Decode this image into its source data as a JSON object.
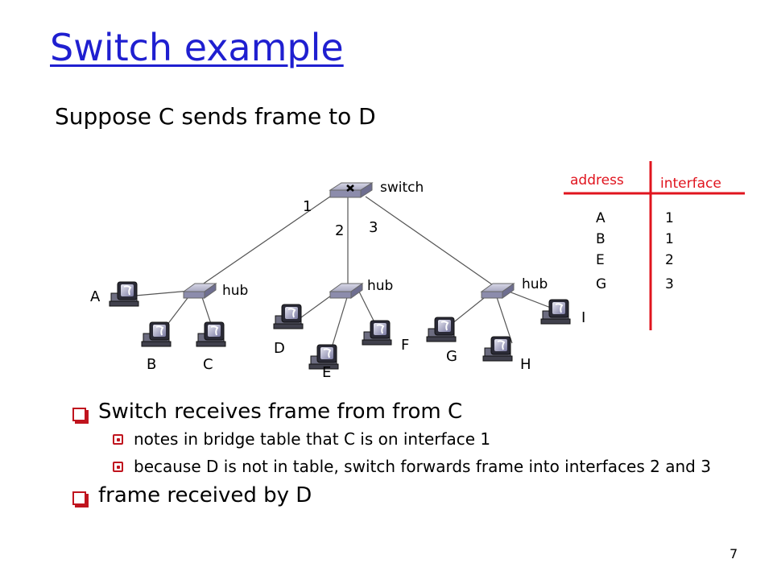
{
  "title": "Switch example",
  "subtitle": "Suppose C sends frame to D",
  "diagram": {
    "switch_label": "switch",
    "hub_label": "hub",
    "interface_labels": [
      "1",
      "2",
      "3"
    ],
    "hosts": [
      "A",
      "B",
      "C",
      "D",
      "E",
      "F",
      "G",
      "H",
      "I"
    ]
  },
  "table": {
    "headers": [
      "address",
      "interface"
    ],
    "rows": [
      {
        "address": "A",
        "interface": "1"
      },
      {
        "address": "B",
        "interface": "1"
      },
      {
        "address": "E",
        "interface": "2"
      },
      {
        "address": "G",
        "interface": "3"
      }
    ],
    "accent_color": "#e0141e"
  },
  "bullets": [
    {
      "text": "Switch receives frame from from C",
      "sub": [
        "notes in bridge table that C is on interface 1",
        "because D is not in table, switch forwards frame into interfaces 2 and 3"
      ]
    },
    {
      "text": "frame received by D",
      "sub": []
    }
  ],
  "page_number": "7"
}
